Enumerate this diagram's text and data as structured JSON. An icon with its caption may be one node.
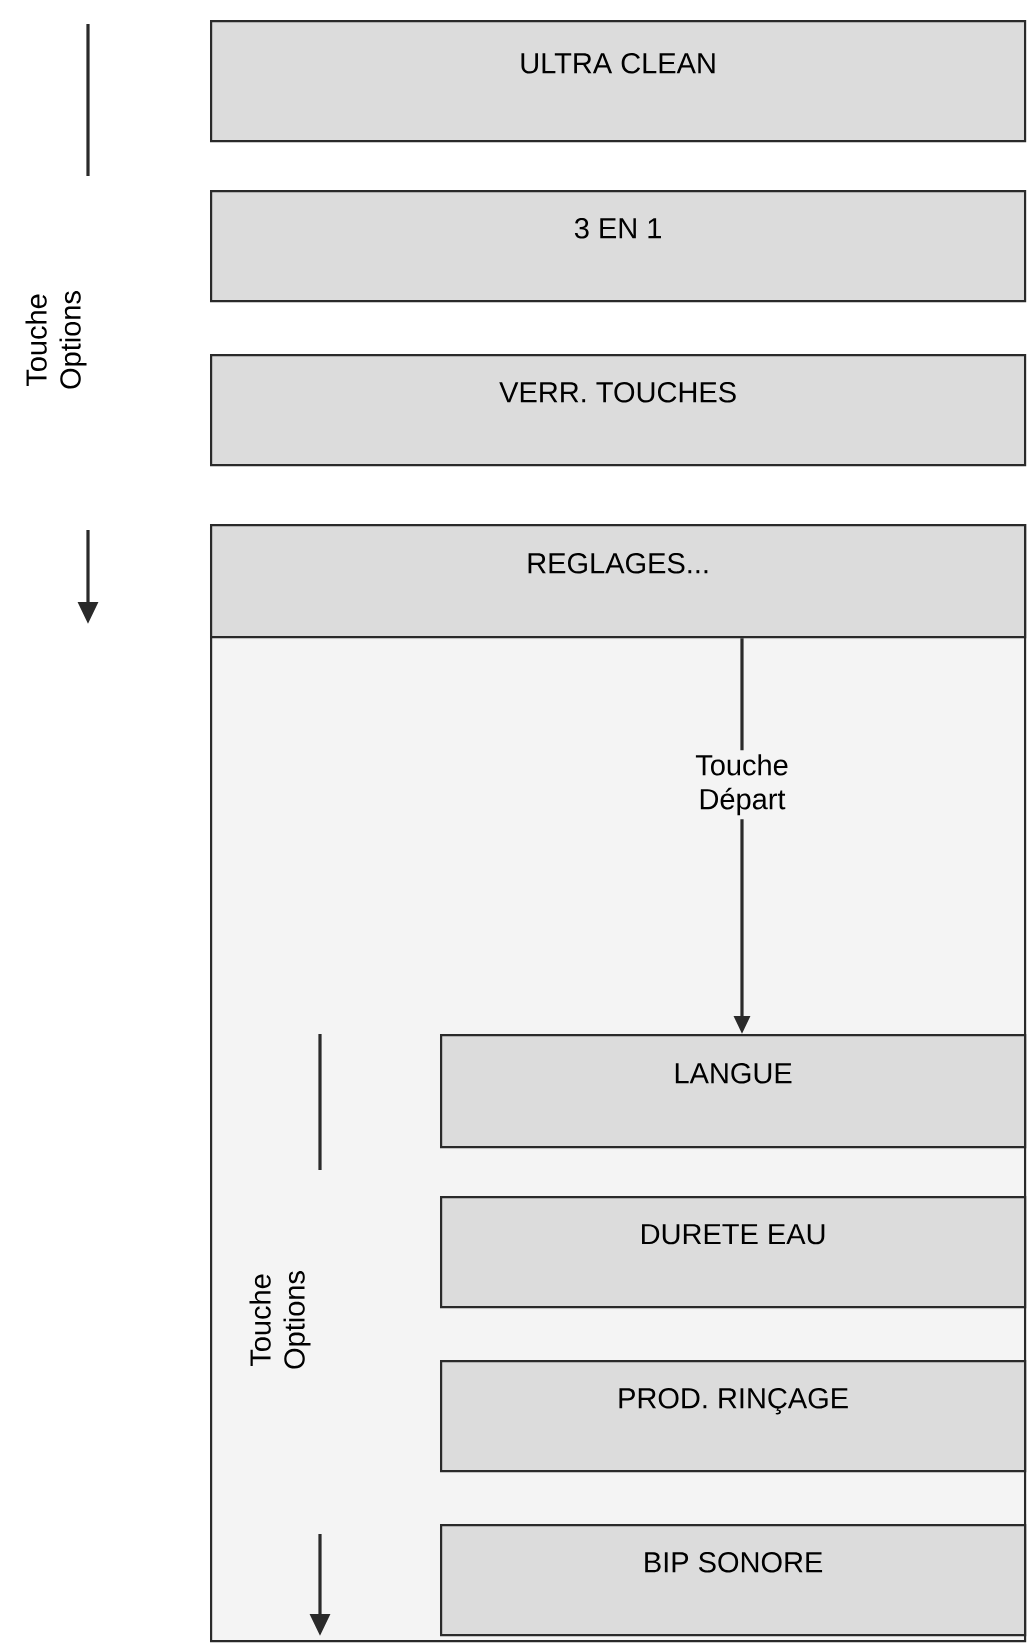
{
  "diagram": {
    "nodes": [
      {
        "text": [
          "ULTRA CLEAN"
        ]
      },
      {
        "text": [
          "3 EN 1"
        ]
      },
      {
        "text": [
          "VERR. TOUCHES"
        ]
      },
      {
        "text": [],
        "shape": "box"
      },
      {
        "text": [
          "REGLAGES..."
        ],
        "in": 3
      },
      {
        "text": [
          "LANGUE"
        ],
        "in": 3
      },
      {
        "text": [
          "DURETE EAU"
        ],
        "in": 3
      },
      {
        "text": [
          "PROD. RINÇAGE"
        ],
        "in": 3
      },
      {
        "text": [
          "BIP SONORE"
        ],
        "in": 3
      }
    ],
    "edges": [
      {
        "from": 4,
        "to": 5,
        "arrow": "to",
        "label": "Touche Départ"
      }
    ],
    "labels": [
      "Touche Options",
      "Touche Options"
    ]
  }
}
